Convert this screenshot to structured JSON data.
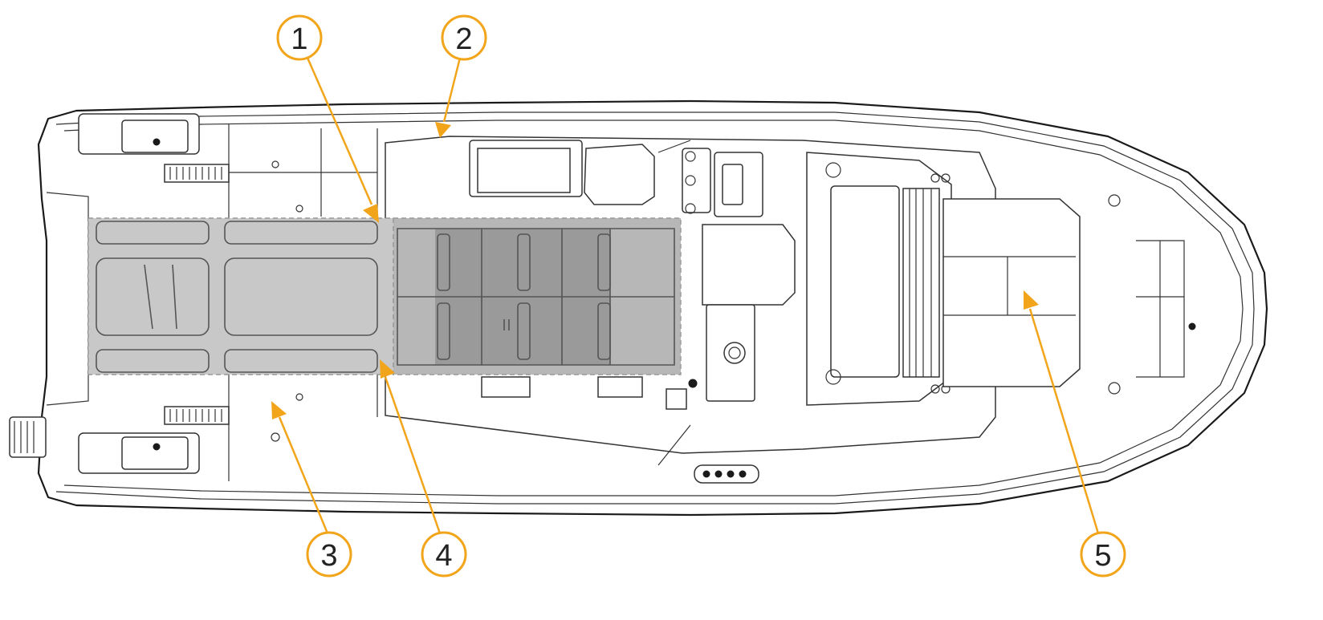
{
  "colors": {
    "accent": "#F2A51A",
    "outline": "#1a1a1a",
    "highlight_light": "#c8c8c8",
    "highlight_dark": "#9a9a9a"
  },
  "callouts": [
    {
      "id": "1",
      "label": "1"
    },
    {
      "id": "2",
      "label": "2"
    },
    {
      "id": "3",
      "label": "3"
    },
    {
      "id": "4",
      "label": "4"
    },
    {
      "id": "5",
      "label": "5"
    }
  ]
}
